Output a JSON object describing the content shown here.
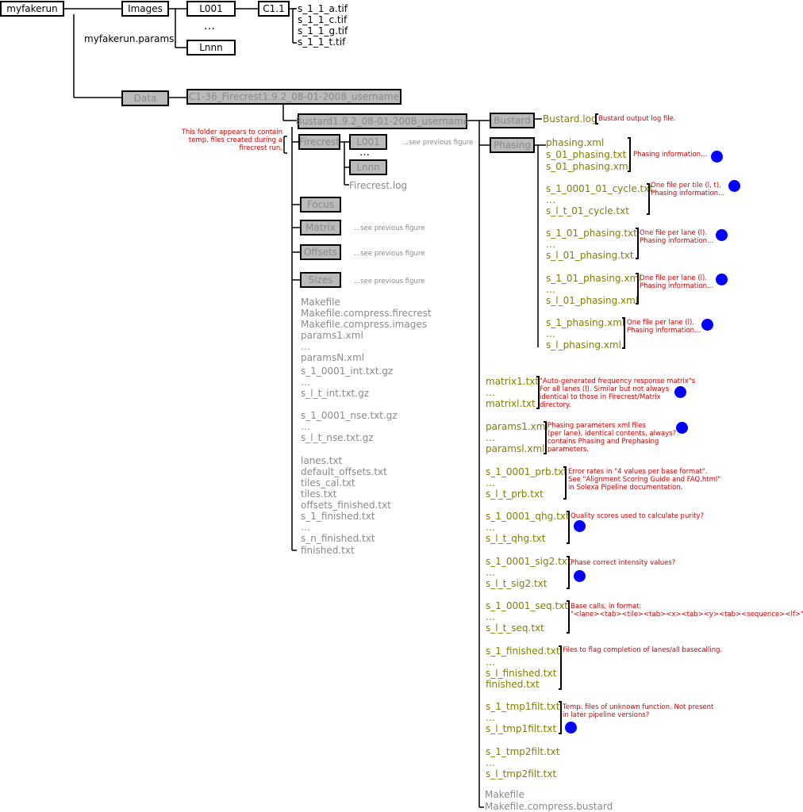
{
  "boxes": {
    "myfakerun": "myfakerun",
    "images": "Images",
    "l001_top": "L001",
    "lnnn_top": "Lnnn",
    "c1_1": "C1.1",
    "data": "Data",
    "c1_36": "C1-36_Firecrest1.9.2_08-01-2008_username",
    "bustard_dir": "Bustard1.9.2_08-01-2008_username",
    "bustard": "Bustard",
    "phasing": "Phasing",
    "firecrest": "Firecrest",
    "l001_fc": "L001",
    "lnnn_fc": "Lnnn",
    "focus": "Focus",
    "matrix": "Matrix",
    "offsets": "Offsets",
    "sizes": "Sizes"
  },
  "top": {
    "params": "myfakerun.params",
    "dots": "…",
    "tifs": [
      "s_1_1_a.tif",
      "s_1_1_c.tif",
      "s_1_1_g.tif",
      "s_1_1_t.tif"
    ]
  },
  "firecrest_area": {
    "note": "This folder appears to contain temp. files created during a firecrest run.",
    "see_prev": "...see previous figure",
    "dots": "…",
    "log": "Firecrest.log"
  },
  "firecrest_files": [
    "Makefile",
    "Makefile.compress.firecrest",
    "Makefile.compress.images",
    "params1.xml",
    "…",
    "paramsN.xml",
    "s_1_0001_int.txt.gz",
    "…",
    "s_l_t_int.txt.gz",
    "s_1_0001_nse.txt.gz",
    "…",
    "s_l_t_nse.txt.gz",
    "lanes.txt",
    "default_offsets.txt",
    "tiles_cal.txt",
    "tiles.txt",
    "offsets_finished.txt",
    "s_1_finished.txt",
    "…",
    "s_n_finished.txt",
    "finished.txt"
  ],
  "bustard_area": {
    "log": "Bustard.log",
    "log_note": "Bustard output log file."
  },
  "phasing_files": [
    {
      "lines": [
        "phasing.xml",
        "s_01_phasing.txt",
        "s_01_phasing.xml"
      ],
      "note": "Phasing information...",
      "dot": true
    },
    {
      "lines": [
        "s_1_0001_01_cycle.txt",
        "…",
        "s_l_t_01_cycle.txt"
      ],
      "note": "One file per tile (l, t).\nPhasing information...",
      "dot": true
    },
    {
      "lines": [
        "s_1_01_phasing.txt",
        "…",
        "s_l_01_phasing.txt"
      ],
      "note": "One file per lane (l).\nPhasing information...",
      "dot": true
    },
    {
      "lines": [
        "s_1_01_phasing.xml",
        "…",
        "s_l_01_phasing.xml"
      ],
      "note": "One file per lane (l).\nPhasing information...",
      "dot": true
    },
    {
      "lines": [
        "s_1_phasing.xml",
        "…",
        "s_l_phasing.xml"
      ],
      "note": "One file per lane (l).\nPhasing information...",
      "dot": true
    }
  ],
  "bustard_files": [
    {
      "lines": [
        "matrix1.txt",
        "…",
        "matrixl.txt"
      ],
      "note": "\"Auto-generated frequency response matrix\"s\nFor all lanes (l). Similar but not always\nidentical to those in Firecrest/Matrix\ndirectory.",
      "dot": true
    },
    {
      "lines": [
        "params1.xml",
        "…",
        "paramsl.xml"
      ],
      "note": "Phasing parameters xml files\n(per lane), identical contents, always?\ncontains Phasing and Prephasing\nparameters.",
      "dot": true
    },
    {
      "lines": [
        "s_1_0001_prb.txt",
        "…",
        "s_l_t_prb.txt"
      ],
      "note": "Error rates in \"4 values per base format\".\nSee \"Alignment Scoring Guide and FAQ.html\"\nin Solexa Pipeline documentation.",
      "dot": false
    },
    {
      "lines": [
        "s_1_0001_qhg.txt",
        "…",
        "s_l_t_qhg.txt"
      ],
      "note": "Quality scores used to calculate purity?",
      "dot": true
    },
    {
      "lines": [
        "s_1_0001_sig2.txt",
        "…",
        "s_l_t_sig2.txt"
      ],
      "note": "Phase correct intensity values?",
      "dot": true
    },
    {
      "lines": [
        "s_1_0001_seq.txt",
        "…",
        "s_l_t_seq.txt"
      ],
      "note": "Base calls, in format:\n\"<lane><tab><tile><tab><x><tab><y><tab><sequence><lf>\"",
      "dot": false
    },
    {
      "lines": [
        "s_1_finished.txt",
        "…",
        "s_l_finished.txt",
        "finished.txt"
      ],
      "note": "Files to flag completion of lanes/all basecalling.",
      "dot": false
    },
    {
      "lines": [
        "s_1_tmp1filt.txt",
        "…",
        "s_l_tmp1filt.txt",
        "",
        "s_1_tmp2filt.txt",
        "…",
        "s_l_tmp2filt.txt"
      ],
      "note": "Temp. files of unknown function. Not present\nin later pipeline versions?",
      "dot": true
    }
  ],
  "bustard_tail": [
    "Makefile",
    "Makefile.compress.bustard"
  ],
  "colors": {
    "olive": "#808000",
    "grey_text": "#8a8a8a",
    "red_note": "#d40000",
    "box_grey": "#bbbbbb",
    "marker_blue": "#0000ff"
  }
}
